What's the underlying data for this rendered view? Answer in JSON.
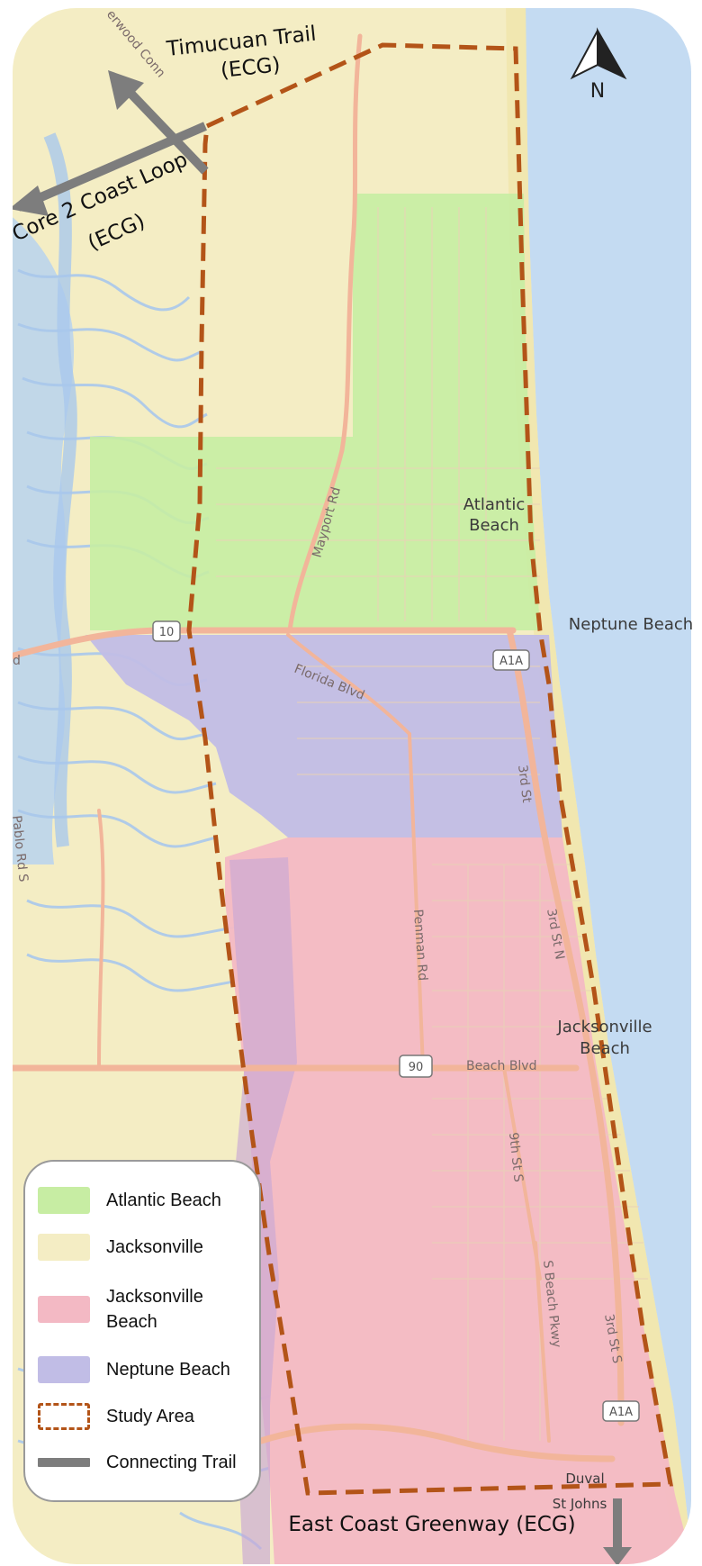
{
  "colors": {
    "water": "#c4dbf2",
    "land": "#f4edc4",
    "atlantic_beach": "#c7eda3",
    "jacksonville": "#f4edc4",
    "jacksonville_beach": "#f3b9c4",
    "neptune_beach": "#c1bde6",
    "study_area": "#b35418",
    "connecting_trail": "#7d7d7d",
    "road": "#f2b59a",
    "marsh_water": "#a9c8ec"
  },
  "north_arrow": {
    "icon": "north-arrow-icon",
    "label": "N"
  },
  "place_labels": {
    "atlantic_beach_line1": "Atlantic",
    "atlantic_beach_line2": "Beach",
    "neptune_beach": "Neptune Beach",
    "jacksonville_beach_line1": "Jacksonville",
    "jacksonville_beach_line2": "Beach",
    "duval": "Duval",
    "st_johns": "St Johns"
  },
  "road_labels": {
    "mayport_rd": "Mayport Rd",
    "florida_blvd": "Florida Blvd",
    "third_st": "3rd St",
    "third_st_n": "3rd St N",
    "penman_rd": "Penman Rd",
    "beach_blvd": "Beach Blvd",
    "ninth_st_s": "9th St S",
    "s_beach_pkwy": "S Beach Pkwy",
    "third_st_s": "3rd St S",
    "wood_conn": "erwood Conn",
    "pablo_rd": "Pablo Rd S",
    "left_d": "d"
  },
  "shields": {
    "route_10": "10",
    "a1a_north": "A1A",
    "route_90": "90",
    "a1a_south": "A1A"
  },
  "callouts": {
    "timucuan_line1": "Timucuan Trail",
    "timucuan_line2": "(ECG)",
    "core2coast_line1": "Core 2 Coast Loop",
    "core2coast_line2": "(ECG)",
    "ecg_south": "East Coast Greenway (ECG)"
  },
  "legend": {
    "items": [
      {
        "label": "Atlantic Beach",
        "swatch_icon": "atlantic-beach-swatch"
      },
      {
        "label": "Jacksonville",
        "swatch_icon": "jacksonville-swatch"
      },
      {
        "label": "Jacksonville Beach",
        "swatch_icon": "jacksonville-beach-swatch"
      },
      {
        "label": "Neptune Beach",
        "swatch_icon": "neptune-beach-swatch"
      },
      {
        "label": "Study Area",
        "swatch_icon": "study-area-dashed-swatch"
      },
      {
        "label": "Connecting Trail",
        "swatch_icon": "connecting-trail-line-swatch"
      }
    ]
  }
}
